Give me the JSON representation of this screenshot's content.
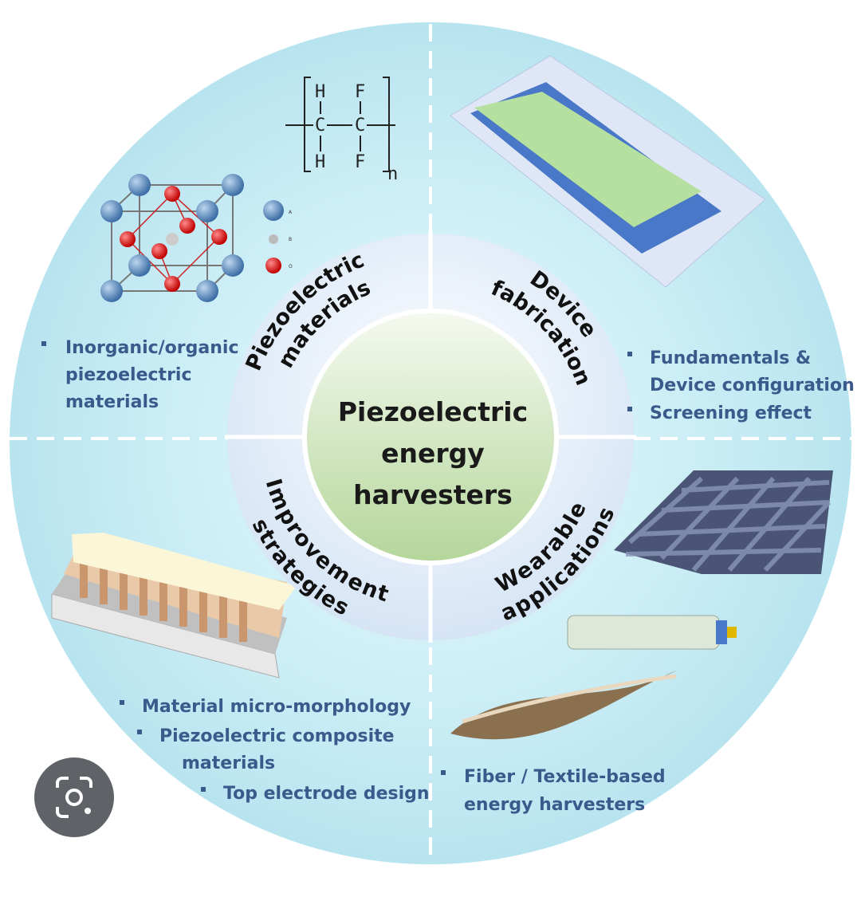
{
  "center_title": [
    "Piezoelectric",
    "energy",
    "harvesters"
  ],
  "ring_sections": {
    "materials": [
      "Piezoelectric",
      "materials"
    ],
    "fabrication": [
      "Device",
      "fabrication"
    ],
    "improvement": [
      "Improvement",
      "strategies"
    ],
    "wearable": [
      "Wearable",
      "applications"
    ]
  },
  "quadrants": {
    "top_left": {
      "bullets": [
        [
          "Inorganic/organic",
          "piezoelectric",
          "materials"
        ]
      ]
    },
    "top_right": {
      "bullets": [
        [
          "Fundamentals &",
          "Device configuration"
        ],
        [
          "Screening effect"
        ]
      ]
    },
    "bottom_left": {
      "bullets": [
        [
          "Material micro-morphology"
        ],
        [
          "Piezoelectric composite",
          "materials"
        ],
        [
          "Top electrode design"
        ]
      ]
    },
    "bottom_right": {
      "bullets": [
        [
          "Fiber / Textile-based",
          "energy harvesters"
        ]
      ]
    }
  },
  "chem_formula": {
    "atoms": [
      "H",
      "F",
      "C",
      "C",
      "H",
      "F"
    ],
    "subscript": "n"
  },
  "lattice_legend": [
    "A",
    "B",
    "O"
  ],
  "lens_button": {
    "icon": "camera-search-icon"
  },
  "colors": {
    "outer": "#bfe7f1",
    "ring": "#e6f0fa",
    "center": "#c6e0b0",
    "bullet_text": "#3a5a8c"
  }
}
